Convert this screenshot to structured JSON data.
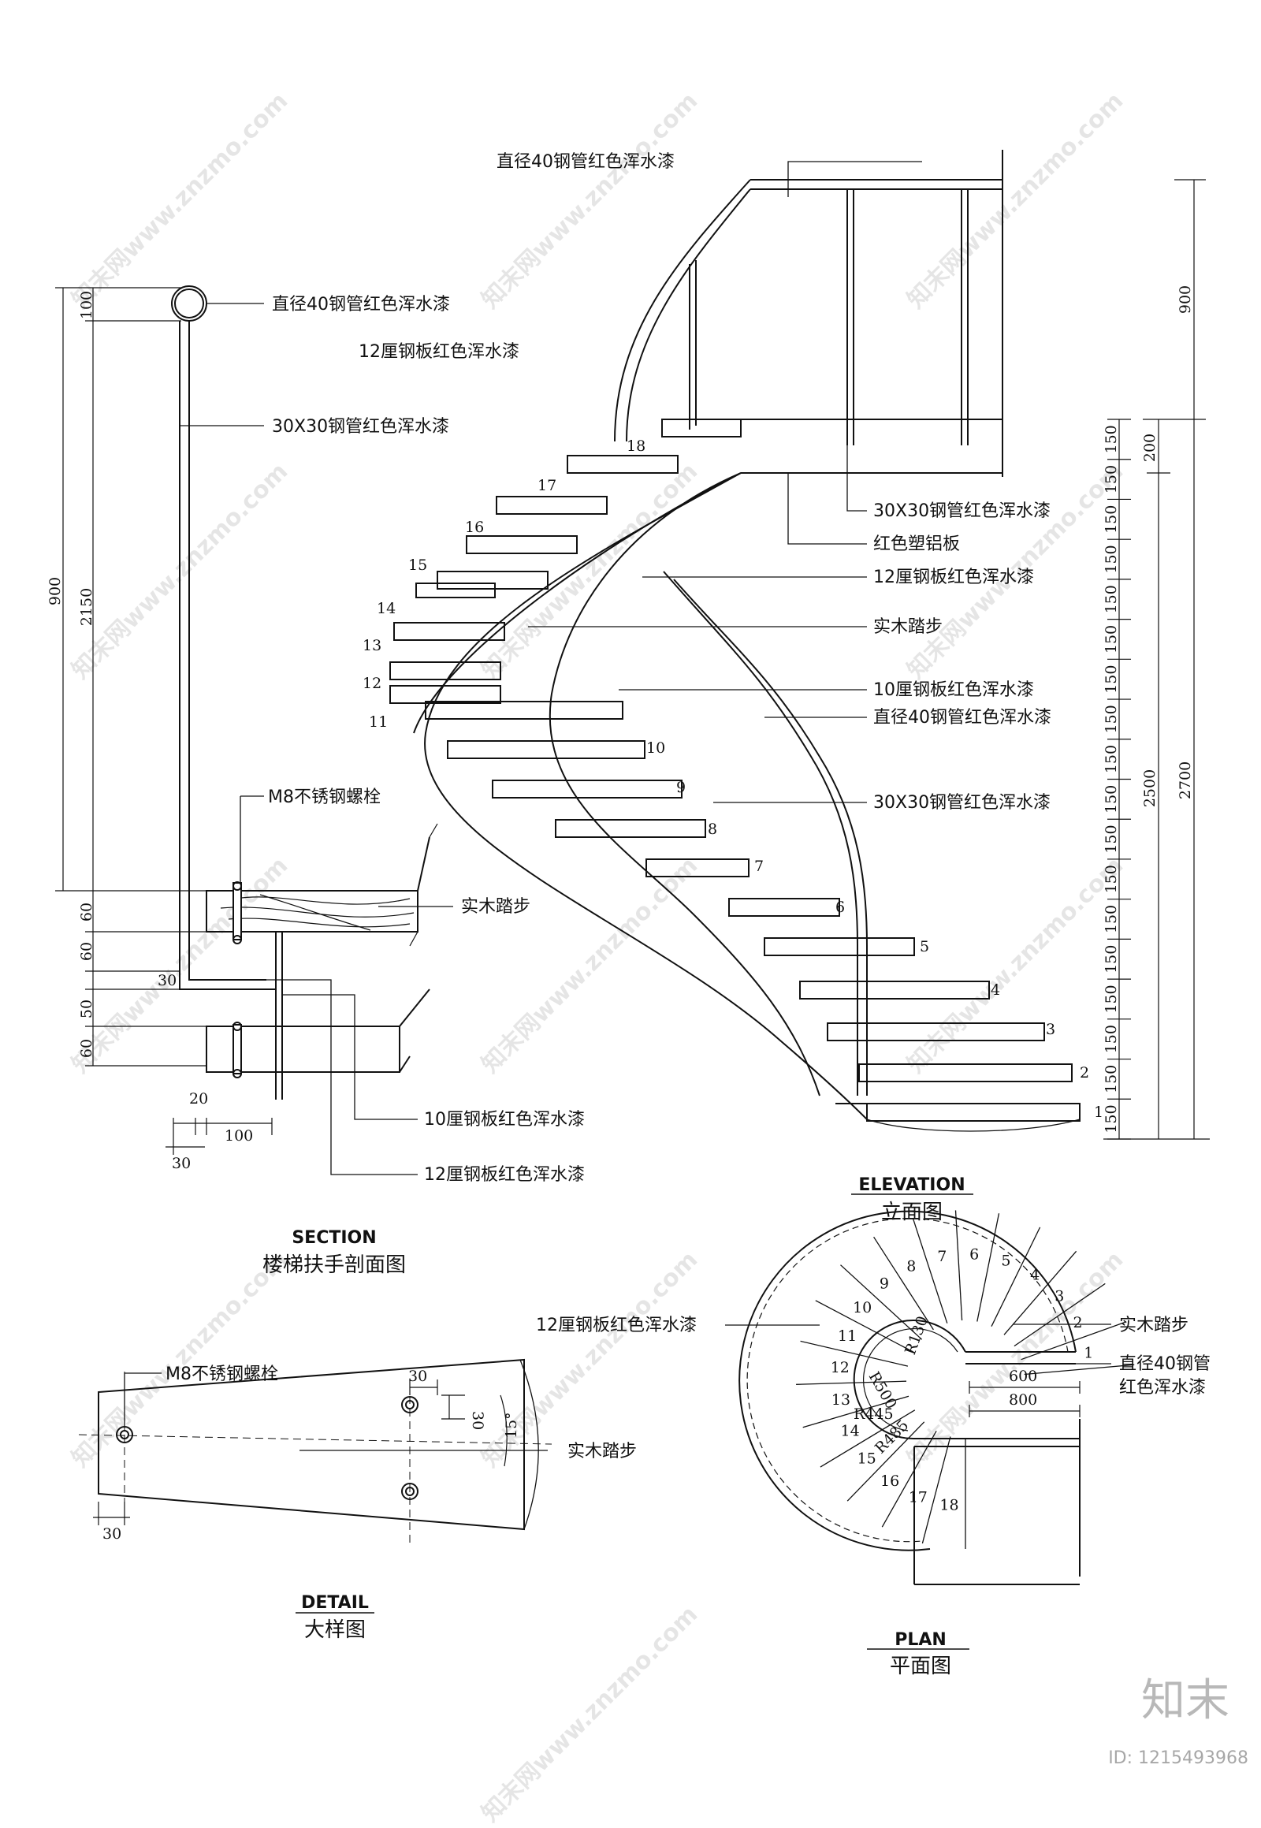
{
  "notes": {
    "pipe40": "直径40钢管红色浑水漆",
    "plate12": "12厘钢板红色浑水漆",
    "plate10": "10厘钢板红色浑水漆",
    "tube30": "30X30钢管红色浑水漆",
    "tread": "实木踏步",
    "bolt": "M8不锈钢螺栓",
    "aluminium": "红色塑铝板",
    "pipe40_line1": "直径40钢管",
    "pipe40_line2": "红色浑水漆"
  },
  "titles": {
    "section_en": "SECTION",
    "section_cn": "楼梯扶手剖面图",
    "elevation_en": "ELEVATION",
    "elevation_cn": "立面图",
    "detail_en": "DETAIL",
    "detail_cn": "大样图",
    "plan_en": "PLAN",
    "plan_cn": "平面图"
  },
  "section_dims": {
    "d100": "100",
    "d2150": "2150",
    "d900": "900",
    "d60a": "60",
    "d60b": "60",
    "d50": "50",
    "d60c": "60",
    "d30": "30",
    "d20": "20",
    "d100b": "100",
    "d30b": "30"
  },
  "elevation_dims": {
    "d900": "900",
    "d200": "200",
    "d2500": "2500",
    "d2700": "2700",
    "step": "150",
    "step_count": 18
  },
  "step_numbers": [
    "1",
    "2",
    "3",
    "4",
    "5",
    "6",
    "7",
    "8",
    "9",
    "10",
    "11",
    "12",
    "13",
    "14",
    "15",
    "16",
    "17",
    "18"
  ],
  "detail_dims": {
    "d30a": "30",
    "d30b": "30",
    "d30c": "30",
    "angle": "15°"
  },
  "plan_dims": {
    "r500": "R500",
    "r130": "R130",
    "r445": "R445",
    "r485": "R485",
    "d600": "600",
    "d800": "800"
  },
  "watermark": {
    "text": "知末网www.znzmo.com",
    "brand": "知末",
    "id": "ID: 1215493968"
  }
}
